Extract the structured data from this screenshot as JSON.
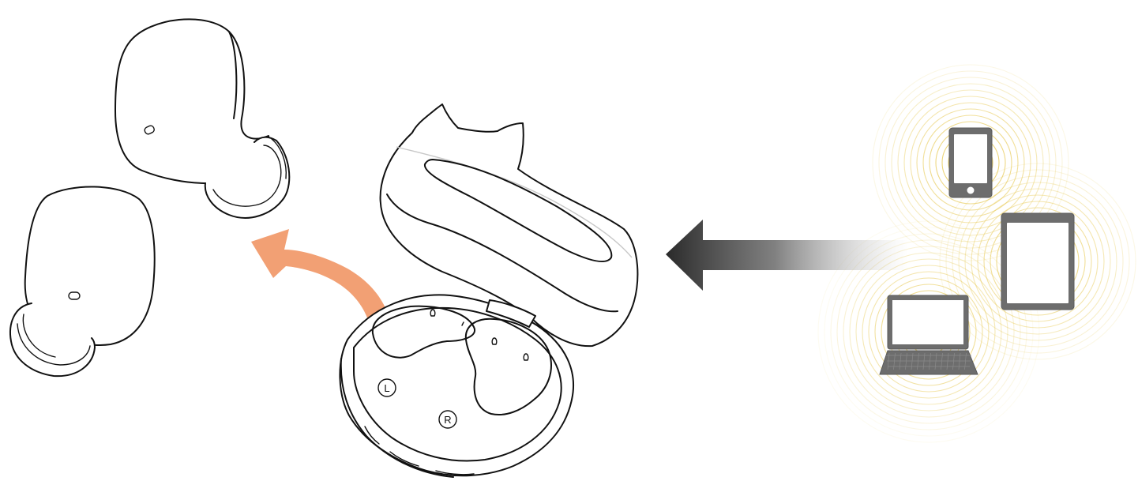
{
  "illustration": {
    "case_labels": {
      "left": "L",
      "right": "R"
    },
    "colors": {
      "remove_arrow": "#f2a074",
      "pairing_arrow": "#333333",
      "signal_rings": "#e6c64a",
      "device": "#6d6d6d",
      "line_art": "#111111"
    },
    "icons": [
      "left-earbud",
      "right-earbud",
      "charging-case-open",
      "remove-earbud-arrow",
      "pairing-arrow",
      "smartphone-icon",
      "tablet-icon",
      "laptop-icon",
      "bluetooth-signal-rings"
    ]
  }
}
